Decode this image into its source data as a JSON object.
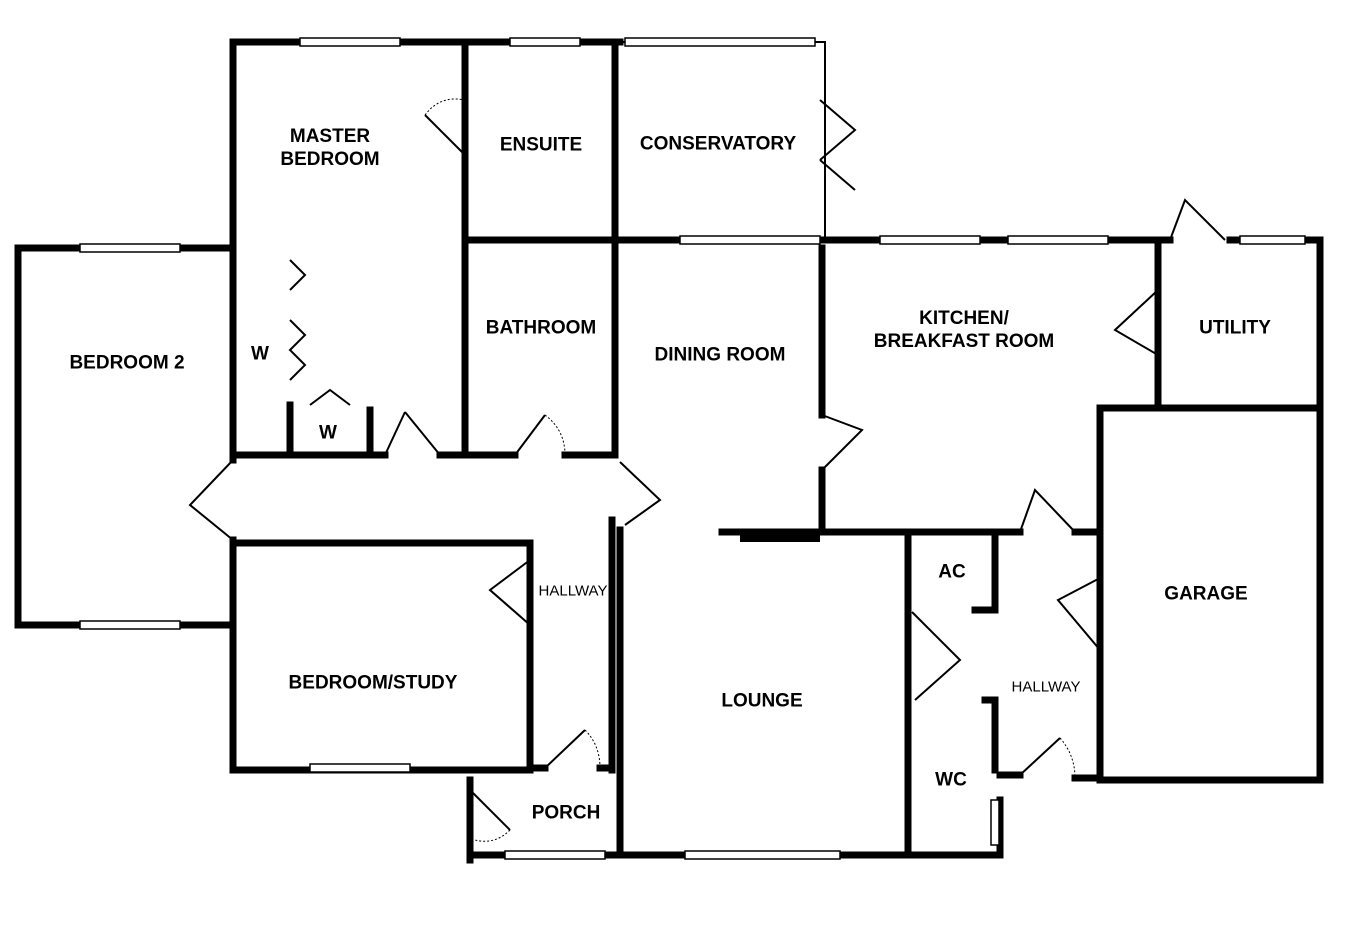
{
  "rooms": {
    "master_bedroom": "MASTER\nBEDROOM",
    "ensuite": "ENSUITE",
    "conservatory": "CONSERVATORY",
    "bedroom2": "BEDROOM 2",
    "wardrobe1": "W",
    "wardrobe2": "W",
    "bathroom": "BATHROOM",
    "dining_room": "DINING ROOM",
    "kitchen": "KITCHEN/\nBREAKFAST ROOM",
    "utility": "UTILITY",
    "hallway1": "HALLWAY",
    "bedroom_study": "BEDROOM/STUDY",
    "lounge": "LOUNGE",
    "ac": "AC",
    "hallway2": "HALLWAY",
    "garage": "GARAGE",
    "wc": "WC",
    "porch": "PORCH"
  }
}
